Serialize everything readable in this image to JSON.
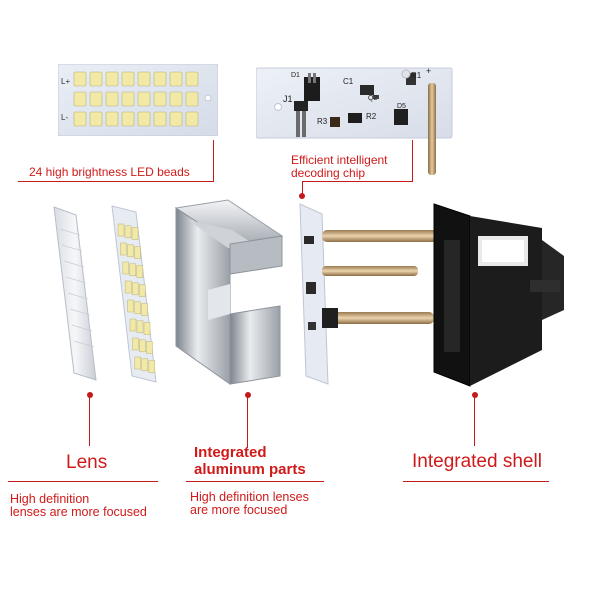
{
  "labels": {
    "led_beads": "24 high brightness LED beads",
    "chip_line1": "Efficient intelligent",
    "chip_line2": "decoding chip",
    "lens_title": "Lens",
    "lens_desc_1": "High definition",
    "lens_desc_2": "lenses are more focused",
    "alu_title_1": "Integrated",
    "alu_title_2": "aluminum parts",
    "alu_desc_1": "High definition lenses",
    "alu_desc_2": "are more focused",
    "shell_title": "Integrated shell"
  },
  "pcb_silk": {
    "l_plus": "L+",
    "l_minus": "L-",
    "d1": "D1",
    "c1": "C1",
    "r1": "R1",
    "plus": "+",
    "q2": "Q2",
    "j1": "J1",
    "r3": "R3",
    "r2": "R2",
    "d5": "D5"
  },
  "colors": {
    "accent": "#c41a1a",
    "pcb_white": "#f2f4f8",
    "led_yellow": "#f3e9a6"
  }
}
